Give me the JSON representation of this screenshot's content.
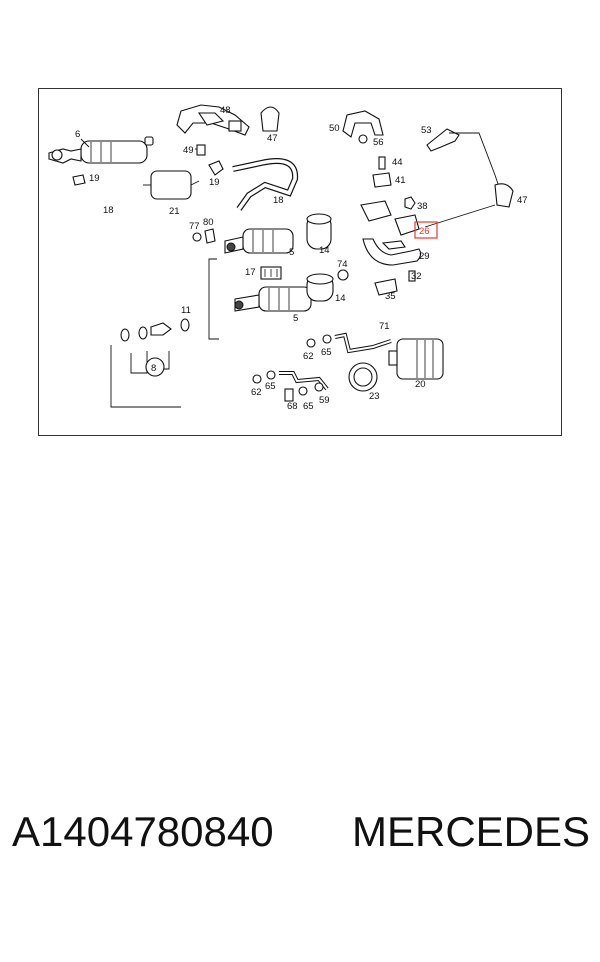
{
  "diagram": {
    "callouts": [
      "6",
      "19",
      "18",
      "21",
      "48",
      "49",
      "47",
      "19",
      "18",
      "50",
      "56",
      "44",
      "41",
      "53",
      "47",
      "38",
      "26",
      "29",
      "32",
      "35",
      "77",
      "80",
      "5",
      "14",
      "74",
      "17",
      "5",
      "14",
      "11",
      "8",
      "62",
      "65",
      "71",
      "20",
      "62",
      "65",
      "23",
      "68",
      "65",
      "59"
    ],
    "highlighted_callout": "26",
    "highlight_color": "#e53935"
  },
  "caption": {
    "part_number": "A1404780840",
    "brand": "MERCEDES"
  }
}
